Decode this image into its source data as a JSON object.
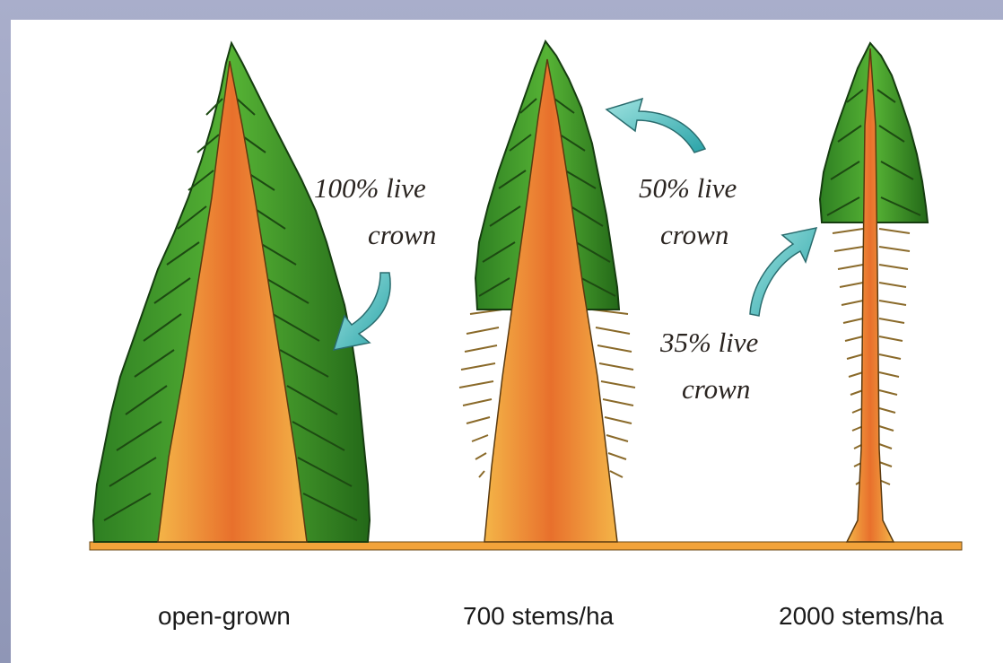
{
  "annotations": {
    "open_grown_line1": "100% live",
    "open_grown_line2": "crown",
    "stems700_line1": "50% live",
    "stems700_line2": "crown",
    "stems2000_line1": "35% live",
    "stems2000_line2": "crown"
  },
  "captions": {
    "open_grown": "open-grown",
    "stems700": "700 stems/ha",
    "stems2000": "2000 stems/ha"
  },
  "colors": {
    "foliage": "#3f9a2c",
    "foliage_dark": "#1f5e16",
    "trunk": "#f0a53a",
    "trunk_inner": "#e4572a",
    "arrow": "#3fb8b8",
    "ground": "#f2a33a"
  }
}
